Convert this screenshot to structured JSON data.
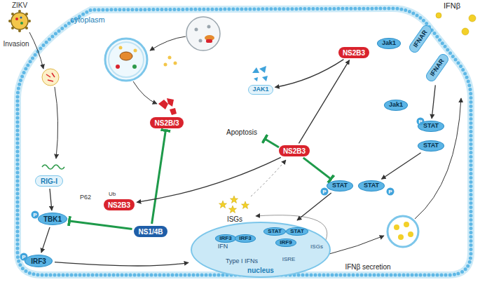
{
  "diagram": {
    "nodes": [
      {
        "text": [
          "RIG-I"
        ]
      },
      {
        "text": [
          "TBK1"
        ]
      },
      {
        "text": [
          "IRF3"
        ]
      },
      {
        "text": [
          "NS2B/3"
        ]
      },
      {
        "text": [
          "NS1/4B"
        ]
      },
      {
        "text": [
          "NS2B3"
        ]
      },
      {
        "text": [
          "NS2B3"
        ]
      },
      {
        "text": [
          "JAK1"
        ]
      },
      {
        "text": [
          "NS2B3"
        ]
      },
      {
        "text": [
          "Jak1"
        ]
      },
      {
        "text": [
          "Jak1"
        ]
      },
      {
        "text": [
          "IFNAR"
        ]
      },
      {
        "text": [
          "IFNAR"
        ]
      },
      {
        "text": [
          "STAT"
        ]
      },
      {
        "text": [
          "STAT"
        ]
      },
      {
        "text": [
          "STAT"
        ]
      },
      {
        "text": [
          "STAT"
        ]
      },
      {
        "text": [
          "nucleus"
        ]
      },
      {
        "text": [
          "IRF3"
        ],
        "in": 17
      },
      {
        "text": [
          "IRF3"
        ],
        "in": 17
      },
      {
        "text": [
          "STAT"
        ],
        "in": 17
      },
      {
        "text": [
          "STAT"
        ],
        "in": 17
      },
      {
        "text": [
          "IRF9"
        ],
        "in": 17
      }
    ],
    "edges": [
      {
        "from": 0,
        "to": 1,
        "arrow": "to"
      },
      {
        "from": 1,
        "to": 2,
        "arrow": "to"
      },
      {
        "from": 4,
        "to": 1,
        "arrow": "to"
      },
      {
        "from": 4,
        "to": 3,
        "arrow": "to"
      },
      {
        "from": 2,
        "to": 17,
        "arrow": "to"
      },
      {
        "from": 6,
        "to": 5,
        "arrow": "to"
      },
      {
        "from": 6,
        "to": 8,
        "arrow": "to"
      },
      {
        "from": 8,
        "to": 7,
        "arrow": "to"
      },
      {
        "from": 6,
        "to": 15,
        "arrow": "to"
      },
      {
        "from": 12,
        "to": 13,
        "arrow": "to"
      },
      {
        "from": 14,
        "to": 16,
        "arrow": "to"
      },
      {
        "from": 15,
        "to": 17,
        "arrow": "to"
      }
    ],
    "labels": [
      "ZIKV",
      "Invasion",
      "cytoplasm",
      "P62",
      "Ub",
      "Apoptosis",
      "IFNβ",
      "P",
      "P",
      "P",
      "P",
      "P",
      "ISGs",
      "IFN",
      "ISRE",
      "ISGs",
      "Type I IFNs",
      "IFNβ secretion"
    ]
  }
}
